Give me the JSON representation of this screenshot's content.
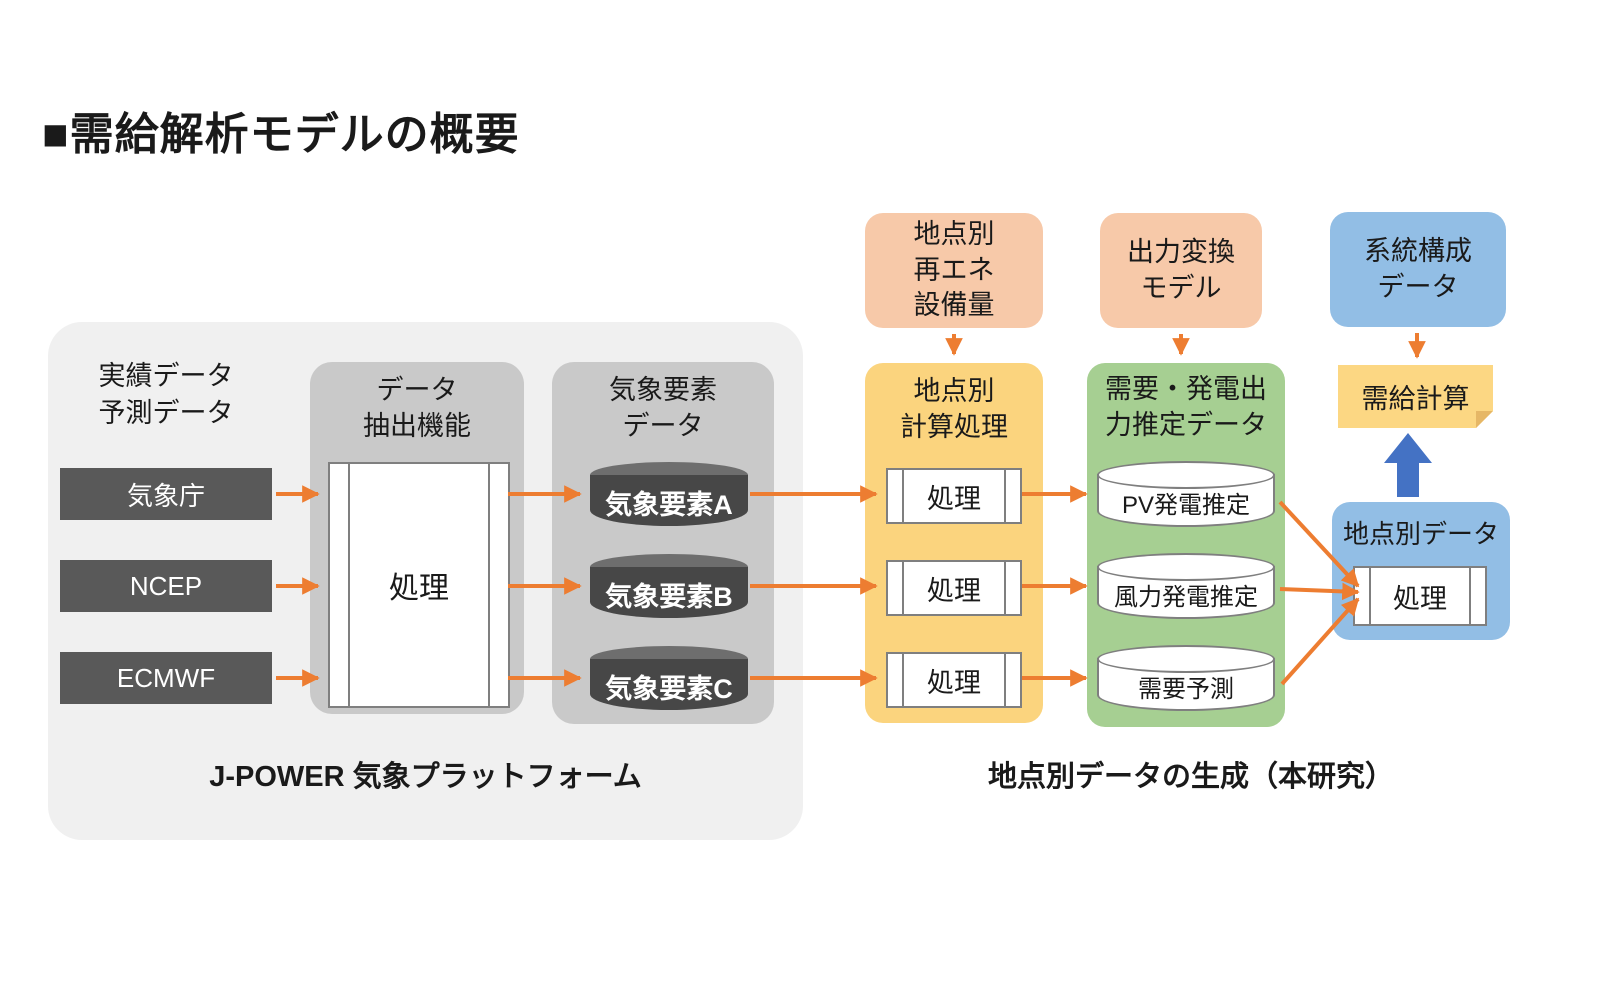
{
  "title": "■需給解析モデルの概要",
  "left_panel": {
    "caption": "J-POWER 気象プラットフォーム",
    "input_label_lines": [
      "実績データ",
      "予測データ"
    ],
    "sources": [
      "気象庁",
      "NCEP",
      "ECMWF"
    ],
    "extraction_box": {
      "title_lines": [
        "データ",
        "抽出機能"
      ],
      "process_label": "処理"
    },
    "weather_store": {
      "title_lines": [
        "気象要素",
        "データ"
      ],
      "cylinders": [
        "気象要素A",
        "気象要素B",
        "気象要素C"
      ]
    }
  },
  "right_panel": {
    "caption": "地点別データの生成（本研究）",
    "renewable_capacity_box_lines": [
      "地点別",
      "再エネ",
      "設備量"
    ],
    "output_model_box_lines": [
      "出力変換",
      "モデル"
    ],
    "grid_config_box_lines": [
      "系統構成",
      "データ"
    ],
    "calc_column": {
      "title_lines": [
        "地点別",
        "計算処理"
      ],
      "processes": [
        "処理",
        "処理",
        "処理"
      ]
    },
    "estimate_column": {
      "title_lines": [
        "需要・発電出",
        "力推定データ"
      ],
      "cylinders": [
        "PV発電推定",
        "風力発電推定",
        "需要予測"
      ]
    },
    "supply_demand_calc_label": "需給計算",
    "site_data_box": {
      "title": "地点別データ",
      "process_label": "処理"
    }
  },
  "colors": {
    "orange_arrow": "#ED7D31",
    "blue_arrow": "#4472C4",
    "left_panel_bg": "#F0F0F0",
    "gray_container_bg": "#C9C9C9",
    "dark_box_bg": "#595959",
    "dark_cylinder_body": "#474747",
    "dark_cylinder_top": "#6E6E6E",
    "right_panel_bg": "#E3EFDB",
    "salmon_box_bg": "#F7C9A9",
    "yellow_column_bg": "#FBD47E",
    "green_column_bg": "#A6CF92",
    "blue_box_bg": "#92BEE5",
    "note_bg": "#FCD783",
    "outline_gray": "#7F7F7F"
  }
}
